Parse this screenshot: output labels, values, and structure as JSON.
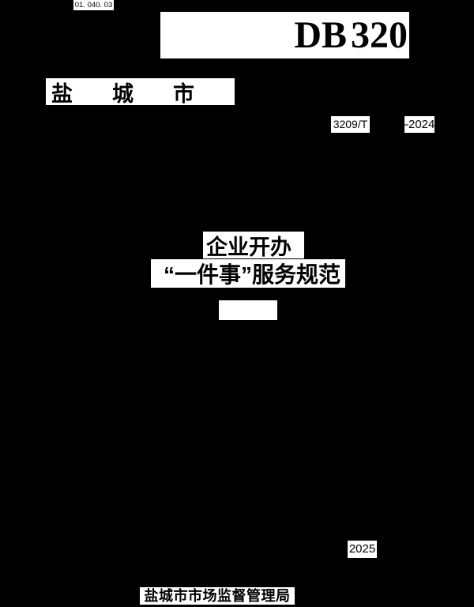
{
  "page": {
    "background_color": "#000000",
    "panel_color": "#ffffff",
    "text_color": "#000000"
  },
  "header": {
    "ics_code": "01. 040. 03",
    "db_prefix": "DB",
    "db_region_code": "320",
    "city_chars": [
      "盐",
      "城",
      "市"
    ],
    "standard_number_prefix": "3209/T",
    "standard_number_dash": "—",
    "standard_number_year": "2024"
  },
  "title": {
    "line1": "企业开办",
    "line2": "“一件事”服务规范"
  },
  "footer": {
    "issue_year": "2025",
    "publisher": "盐城市市场监督管理局"
  }
}
